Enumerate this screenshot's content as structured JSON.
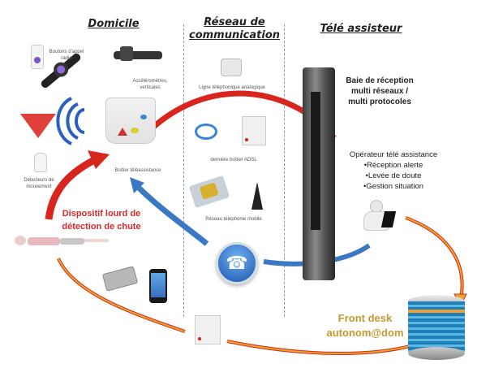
{
  "sections": {
    "domicile": "Domicile",
    "reseau_line1": "Réseau de",
    "reseau_line2": "communication",
    "tele": "Télé assisteur"
  },
  "labels": {
    "boutons_line1": "Boutons d'appel",
    "boutons_line2": "radio",
    "accel_line1": "Accéléromètres,",
    "accel_line2": "verticales",
    "boitier": "Boîtier téléassistance",
    "detecteurs_line1": "Détecteurs de",
    "detecteurs_line2": "mouvement",
    "dispositif_line1": "Dispositif lourd de",
    "dispositif_line2": "détection de chute",
    "ligne": "Ligne téléphonique analogique",
    "adsl": "dernière boîtier ADSL",
    "mobile": "Réseau téléphonie mobile",
    "baie_line1": "Baie de réception",
    "baie_line2": "multi réseaux /",
    "baie_line3": "multi protocoles",
    "operateur": "Opérateur télé assistance",
    "op_items": [
      "•Réception alerte",
      "•Levée de doute",
      "•Gestion situation"
    ],
    "front_line1": "Front desk",
    "front_line2": "autonom@dom"
  },
  "colors": {
    "red_arrow": "#d8261f",
    "blue_arrow": "#3b78c4",
    "gold_arrow": "#e8a82a",
    "gold_text": "#c49a30",
    "red_text": "#d42a2a"
  }
}
